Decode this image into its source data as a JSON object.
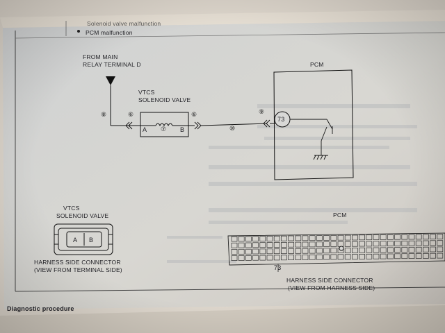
{
  "page_header": {
    "items": [
      "Solenoid valve malfunction",
      "PCM malfunction"
    ]
  },
  "wiring_diagram": {
    "source_label_line1": "FROM MAIN",
    "source_label_line2": "RELAY TERMINAL D",
    "component_label_line1": "VTCS",
    "component_label_line2": "SOLENOID VALVE",
    "pcm_label": "PCM",
    "terminal_a": "A",
    "terminal_b": "B",
    "pcm_terminal": "73",
    "wire_markers": {
      "left_supply": "⑧",
      "valve_in": "⑥",
      "valve_coil": "⑦",
      "valve_out": "⑥",
      "pcm_in": "⑨",
      "harness_wire": "⑩"
    }
  },
  "valve_connector": {
    "title_line1": "VTCS",
    "title_line2": "SOLENOID VALVE",
    "pin_a": "A",
    "pin_b": "B",
    "caption_line1": "HARNESS SIDE CONNECTOR",
    "caption_line2": "(VIEW FROM TERMINAL SIDE)"
  },
  "pcm_connector": {
    "title": "PCM",
    "pin_callout": "73",
    "caption_line1": "HARNESS SIDE CONNECTOR",
    "caption_line2": "(VIEW FROM HARNESS SIDE)"
  },
  "footer": {
    "section_title": "Diagnostic procedure"
  },
  "colors": {
    "paper": "#d5d6d3",
    "ink": "#1f1f24",
    "background": "#d9d2c9"
  }
}
